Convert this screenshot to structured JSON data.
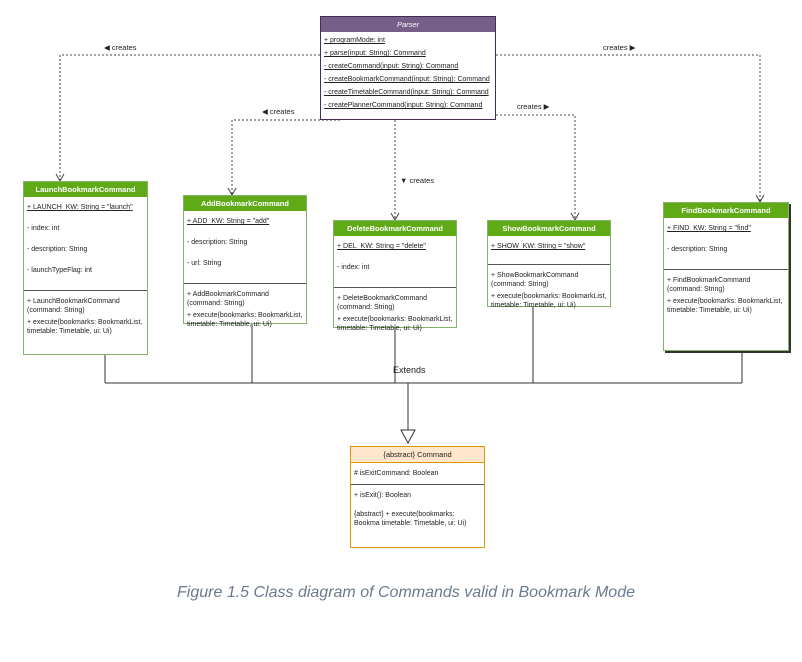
{
  "classes": {
    "parser": {
      "name": "Parser",
      "lines": [
        "+ programMode: int",
        "+ parse(input: String): Command",
        "- createCommand(input: String): Command",
        "- createBookmarkCommand(input: String): Command",
        "- createTimetableCommand(input: String): Command",
        "- createPlannerCommand(input: String): Command"
      ]
    },
    "launch": {
      "name": "LaunchBookmarkCommand",
      "attrs": [
        "+ LAUNCH_KW: String = \"launch\"",
        "- index: int",
        "- description: String",
        "- launchTypeFlag: int"
      ],
      "ops": [
        "+ LaunchBookmarkCommand (command: String)",
        "+ execute(bookmarks: BookmarkList, timetable: Timetable, ui: Ui)"
      ]
    },
    "add": {
      "name": "AddBookmarkCommand",
      "attrs": [
        "+ ADD_KW: String = \"add\"",
        "- description: String",
        "- url: String"
      ],
      "ops": [
        "+ AddBookmarkCommand (command: String)",
        "+ execute(bookmarks: BookmarkList, timetable: Timetable, ui: Ui)"
      ]
    },
    "delete": {
      "name": "DeleteBookmarkCommand",
      "attrs": [
        "+ DEL_KW: String = \"delete\"",
        "- index: int"
      ],
      "ops": [
        "+ DeleteBookmarkCommand (command: String)",
        "+ execute(bookmarks: BookmarkList, timetable: Timetable, ui: Ui)"
      ]
    },
    "show": {
      "name": "ShowBookmarkCommand",
      "attrs": [
        "+ SHOW_KW: String = \"show\""
      ],
      "ops": [
        "+ ShowBookmarkCommand (command: String)",
        "+ execute(bookmarks: BookmarkList, timetable: Timetable, ui: Ui)"
      ]
    },
    "find": {
      "name": "FindBookmarkCommand",
      "attrs": [
        "+ FIND_KW: String = \"find\"",
        "- description: String"
      ],
      "ops": [
        "+ FindBookmarkCommand (command: String)",
        "+ execute(bookmarks: BookmarkList, timetable: Timetable, ui: Ui)"
      ]
    },
    "command": {
      "name": "{abstract} Command",
      "attrs": [
        "# isExitCommand: Boolean"
      ],
      "ops": [
        "+ isExit(): Boolean",
        "{abstract} + execute(bookmarks: Bookma timetable: Timetable, ui: Ui)"
      ]
    }
  },
  "labels": {
    "creates_left": "◀ creates",
    "creates_right": "creates ▶",
    "creates_add": "◀ creates",
    "creates_delete": "▼ creates",
    "creates_show": "creates ▶",
    "extends": "Extends"
  },
  "caption": "Figure 1.5 Class diagram of Commands valid in Bookmark Mode",
  "colors": {
    "parser_header": "#76608a",
    "subclass_header": "#60a917",
    "abstract_header": "#ffe6cc",
    "abstract_border": "#d79b00"
  }
}
